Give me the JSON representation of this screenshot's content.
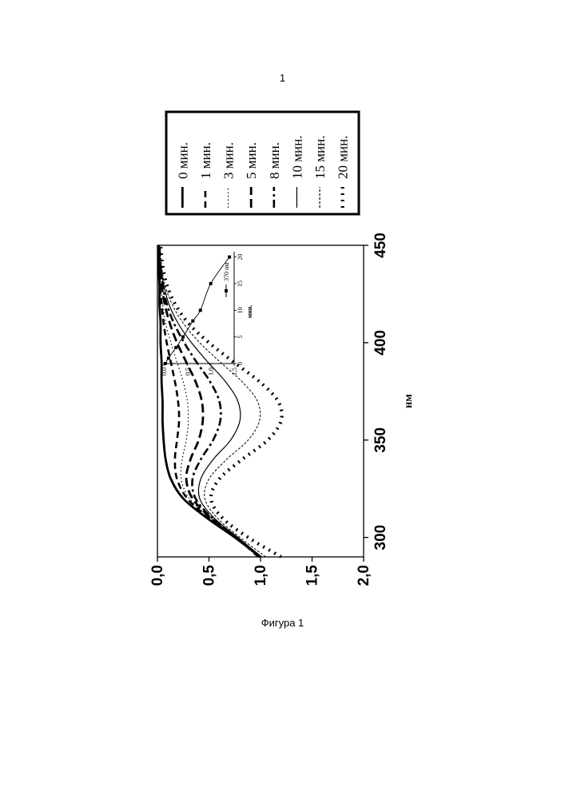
{
  "page": {
    "number": "1",
    "caption": "Фигура 1"
  },
  "chart_data": [
    {
      "type": "line",
      "xlabel": "нм",
      "ylabel": "",
      "xlim": [
        290,
        450
      ],
      "ylim": [
        0,
        2.0
      ],
      "x_ticks": [
        "300",
        "350",
        "400",
        "450"
      ],
      "y_ticks": [
        "0,0",
        "0,5",
        "1,0",
        "1,5",
        "2,0"
      ],
      "legend_position": "right",
      "x": [
        290,
        300,
        310,
        320,
        330,
        340,
        350,
        360,
        370,
        380,
        390,
        400,
        410,
        420,
        430,
        440,
        450
      ],
      "series": [
        {
          "name": "0 мин.",
          "style": "solid-thick",
          "values": [
            1.0,
            0.75,
            0.48,
            0.25,
            0.13,
            0.08,
            0.06,
            0.05,
            0.05,
            0.04,
            0.04,
            0.03,
            0.03,
            0.02,
            0.02,
            0.01,
            0.01
          ]
        },
        {
          "name": "1 мин.",
          "style": "dash-thick",
          "values": [
            0.98,
            0.76,
            0.5,
            0.29,
            0.19,
            0.17,
            0.19,
            0.21,
            0.2,
            0.17,
            0.13,
            0.09,
            0.06,
            0.04,
            0.02,
            0.01,
            0.01
          ]
        },
        {
          "name": "3 мин.",
          "style": "dot-fine",
          "values": [
            0.97,
            0.76,
            0.51,
            0.31,
            0.23,
            0.24,
            0.28,
            0.3,
            0.29,
            0.25,
            0.19,
            0.13,
            0.08,
            0.05,
            0.03,
            0.02,
            0.01
          ]
        },
        {
          "name": "5 мин.",
          "style": "dash-medium",
          "values": [
            0.99,
            0.77,
            0.52,
            0.34,
            0.28,
            0.32,
            0.4,
            0.44,
            0.43,
            0.37,
            0.28,
            0.19,
            0.12,
            0.07,
            0.04,
            0.02,
            0.01
          ]
        },
        {
          "name": "8 мин.",
          "style": "dashdot-thick",
          "values": [
            1.0,
            0.77,
            0.53,
            0.37,
            0.34,
            0.42,
            0.54,
            0.61,
            0.6,
            0.51,
            0.38,
            0.26,
            0.16,
            0.09,
            0.05,
            0.03,
            0.02
          ]
        },
        {
          "name": "10 мин.",
          "style": "solid-thin",
          "values": [
            1.01,
            0.78,
            0.55,
            0.41,
            0.42,
            0.54,
            0.71,
            0.8,
            0.78,
            0.66,
            0.49,
            0.33,
            0.2,
            0.11,
            0.06,
            0.03,
            0.02
          ]
        },
        {
          "name": "15 мин.",
          "style": "dash-fine",
          "values": [
            1.05,
            0.8,
            0.58,
            0.46,
            0.5,
            0.67,
            0.88,
            0.99,
            0.97,
            0.82,
            0.61,
            0.41,
            0.25,
            0.14,
            0.07,
            0.04,
            0.02
          ]
        },
        {
          "name": "20 мин.",
          "style": "dot-thick",
          "values": [
            1.2,
            0.88,
            0.63,
            0.52,
            0.6,
            0.82,
            1.07,
            1.2,
            1.17,
            0.99,
            0.74,
            0.5,
            0.3,
            0.17,
            0.09,
            0.05,
            0.03
          ]
        }
      ]
    },
    {
      "type": "line",
      "title": "",
      "xlabel": "мин.",
      "ylabel": "",
      "xlim": [
        0,
        21
      ],
      "ylim": [
        0,
        1.5
      ],
      "x_ticks": [
        "0",
        "5",
        "10",
        "15",
        "20"
      ],
      "y_ticks": [
        "0,0",
        "0,5",
        "1,0",
        "1,5"
      ],
      "series": [
        {
          "name": "370 нм",
          "x": [
            0,
            1,
            3,
            5,
            8,
            10,
            15,
            20
          ],
          "values": [
            0.03,
            0.1,
            0.26,
            0.41,
            0.62,
            0.78,
            1.0,
            1.4
          ]
        }
      ]
    }
  ]
}
